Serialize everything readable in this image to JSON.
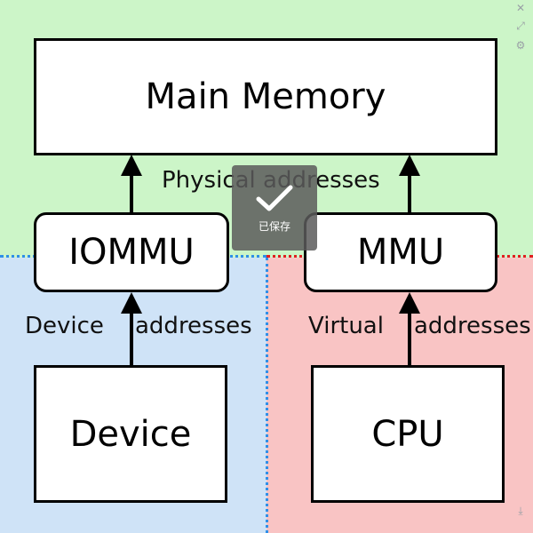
{
  "colors": {
    "top_region": "#ccf5c8",
    "left_region": "#cfe3f7",
    "right_region": "#f9c4c4",
    "divider_left": "#2f8fe8",
    "divider_right": "#e02020"
  },
  "boxes": {
    "main_memory": "Main Memory",
    "iommu": "IOMMU",
    "mmu": "MMU",
    "device": "Device",
    "cpu": "CPU"
  },
  "labels": {
    "physical_addresses": "Physical addresses",
    "device": "Device",
    "addresses_left": "addresses",
    "virtual": "Virtual",
    "addresses_right": "addresses"
  },
  "overlay": {
    "saved_text": "已保存",
    "icons": [
      "close-icon",
      "expand-icon",
      "gear-icon",
      "download-icon"
    ]
  }
}
